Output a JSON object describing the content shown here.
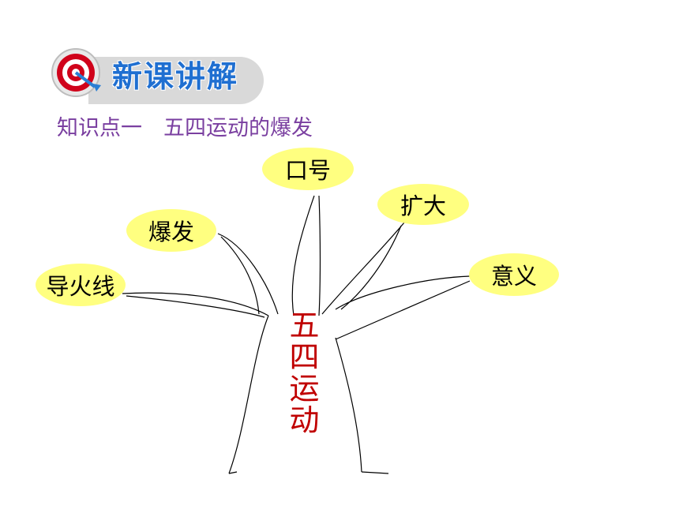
{
  "header": {
    "title": "新课讲解"
  },
  "subtitle": "知识点一　五四运动的爆发",
  "tree": {
    "trunk_label": "五四运动",
    "branches": [
      "口号",
      "扩大",
      "爆发",
      "意义",
      "导火线"
    ]
  },
  "colors": {
    "title": "#1f6fd1",
    "subtitle": "#7a3fa0",
    "trunk_label": "#c00000",
    "bubble": "#ffff80"
  }
}
